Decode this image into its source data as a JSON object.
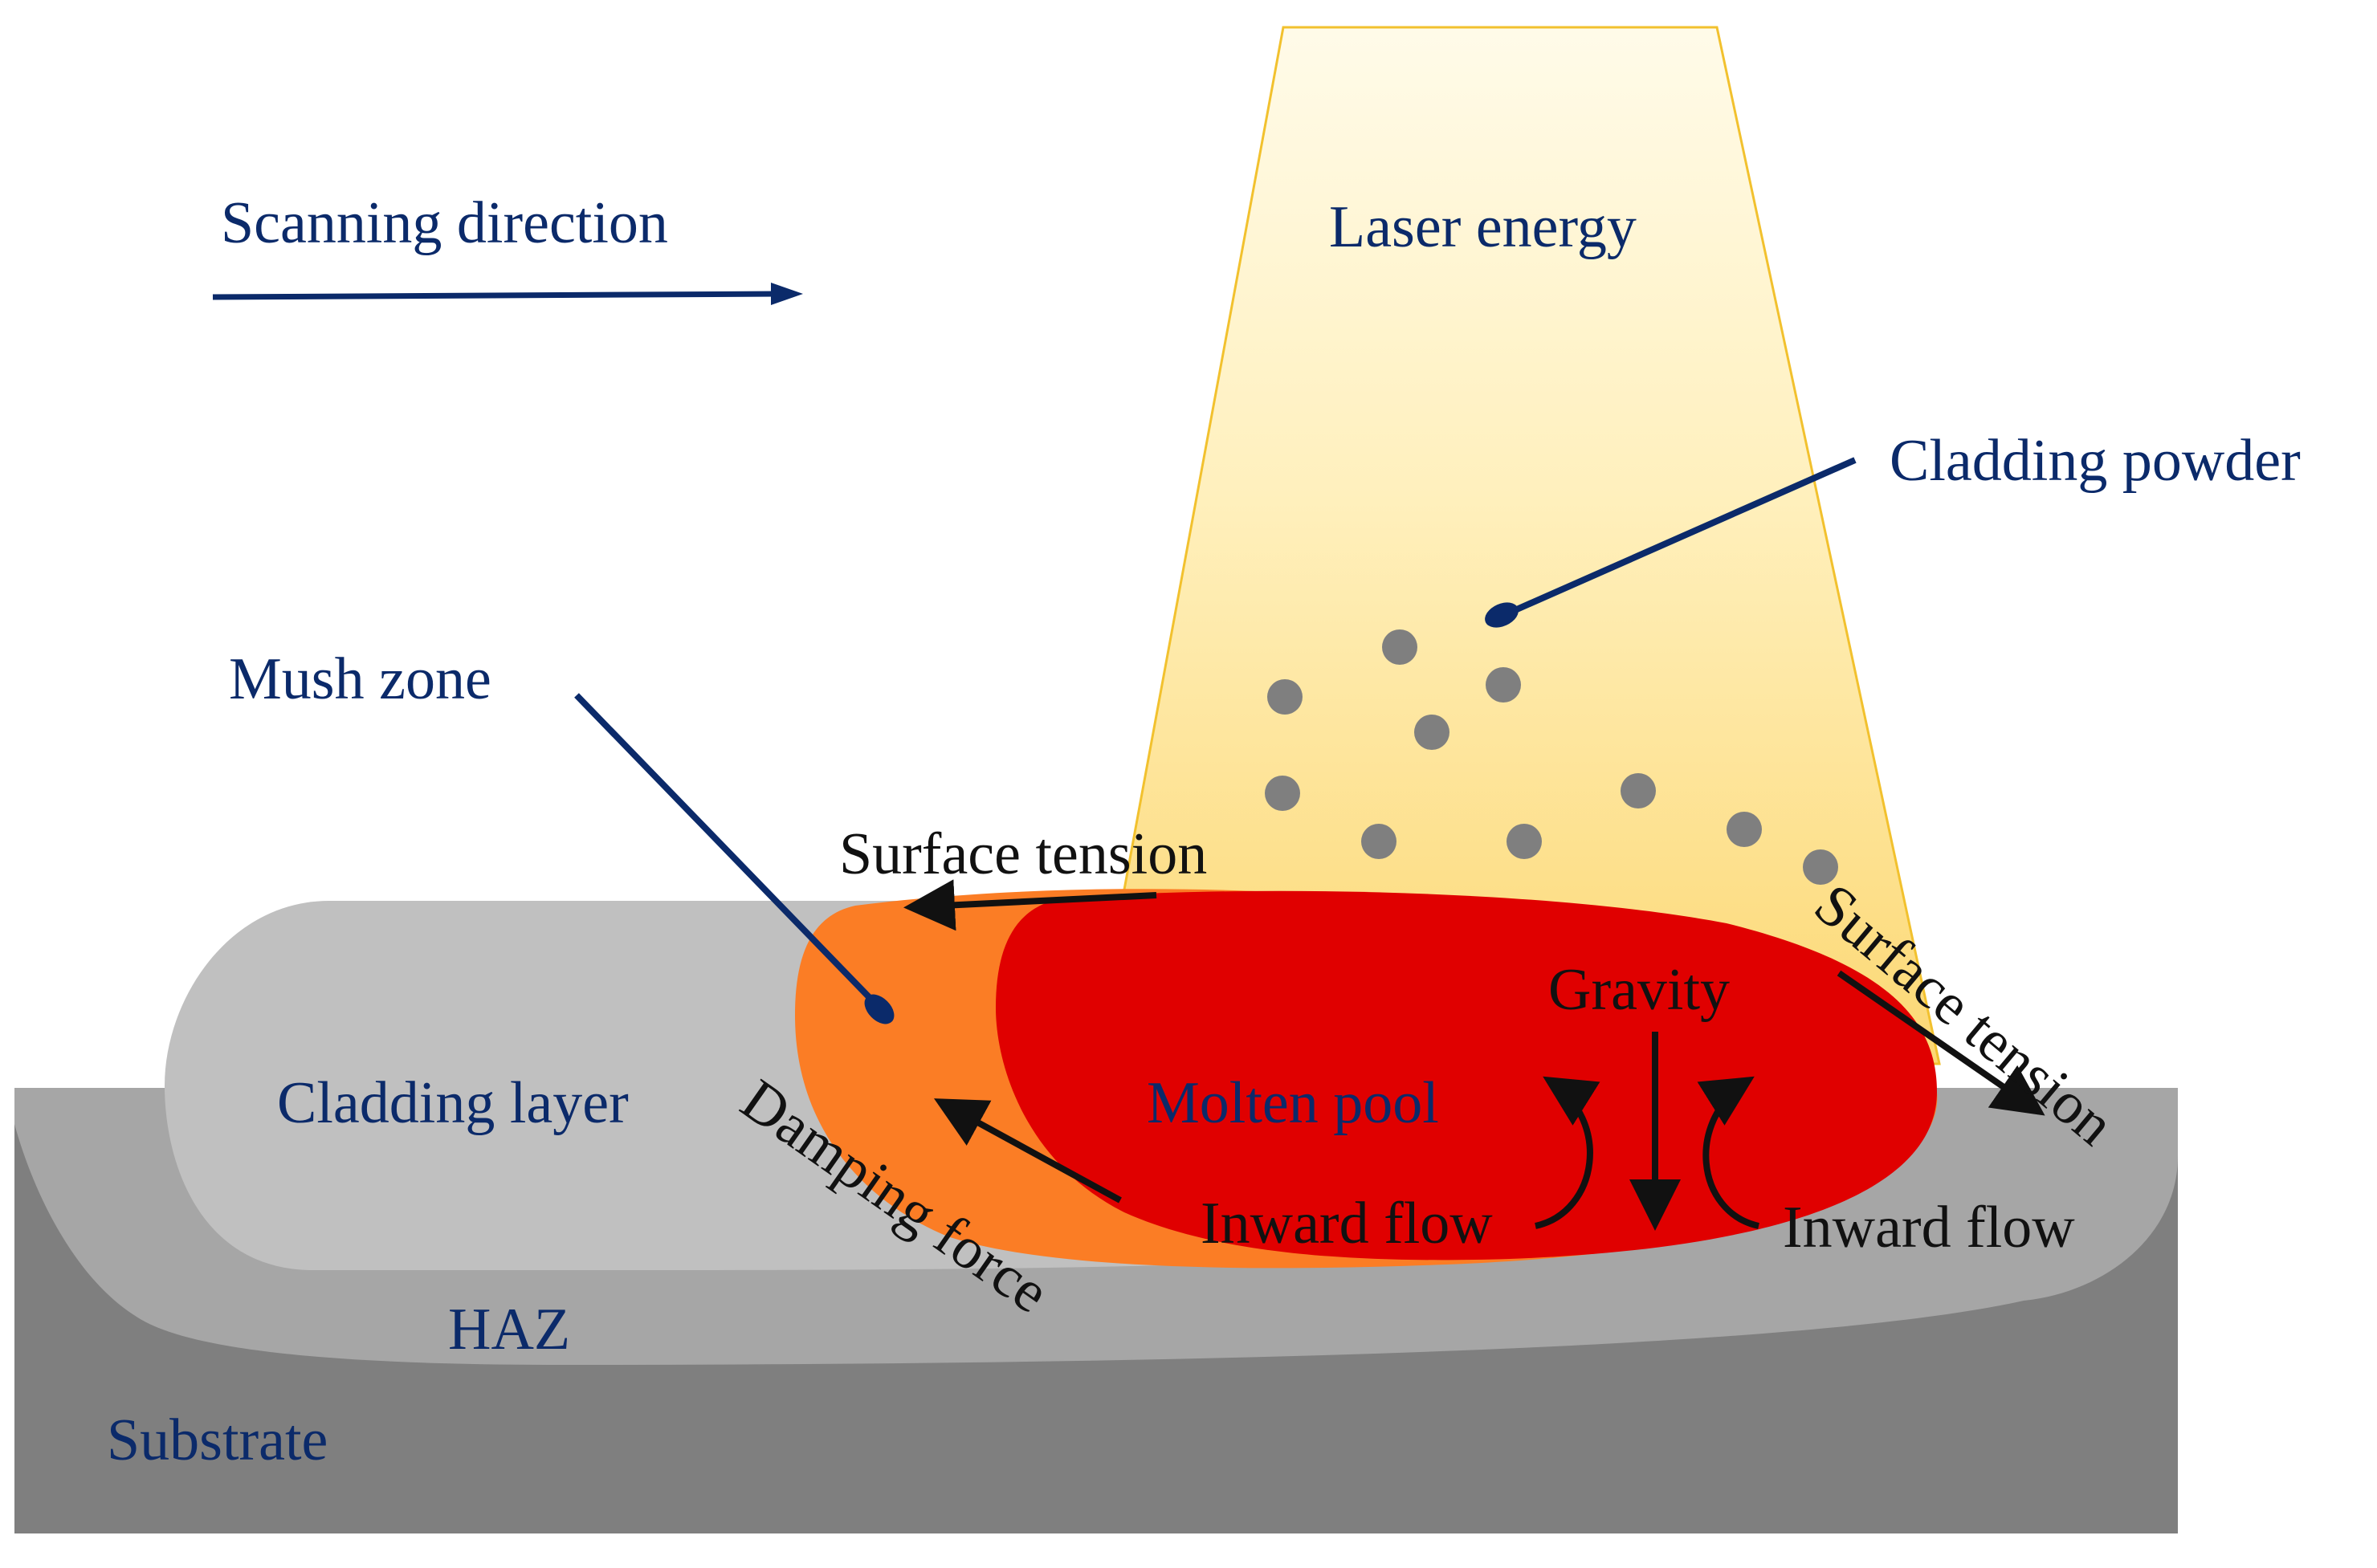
{
  "labels": {
    "scanning_direction": "Scanning direction",
    "laser_energy": "Laser energy",
    "cladding_powder": "Cladding powder",
    "mush_zone": "Mush zone",
    "surface_tension_left": "Surface tension",
    "surface_tension_right": "Surface tension",
    "gravity": "Gravity",
    "molten_pool": "Molten pool",
    "cladding_layer": "Cladding layer",
    "damping_force": "Damping force",
    "inward_flow_left": "Inward flow",
    "inward_flow_right": "Inward flow",
    "haz": "HAZ",
    "substrate": "Substrate"
  },
  "colors": {
    "label_navy": "#0b2a6a",
    "label_black": "#111111",
    "substrate": "#7f7f7f",
    "haz": "#a6a6a6",
    "cladding_layer": "#c0c0c0",
    "mush_zone": "#fb7d25",
    "molten_pool": "#e00000",
    "laser_top": "#fffbe9",
    "laser_bottom": "#fcd874",
    "powder": "#7f7f7f"
  }
}
